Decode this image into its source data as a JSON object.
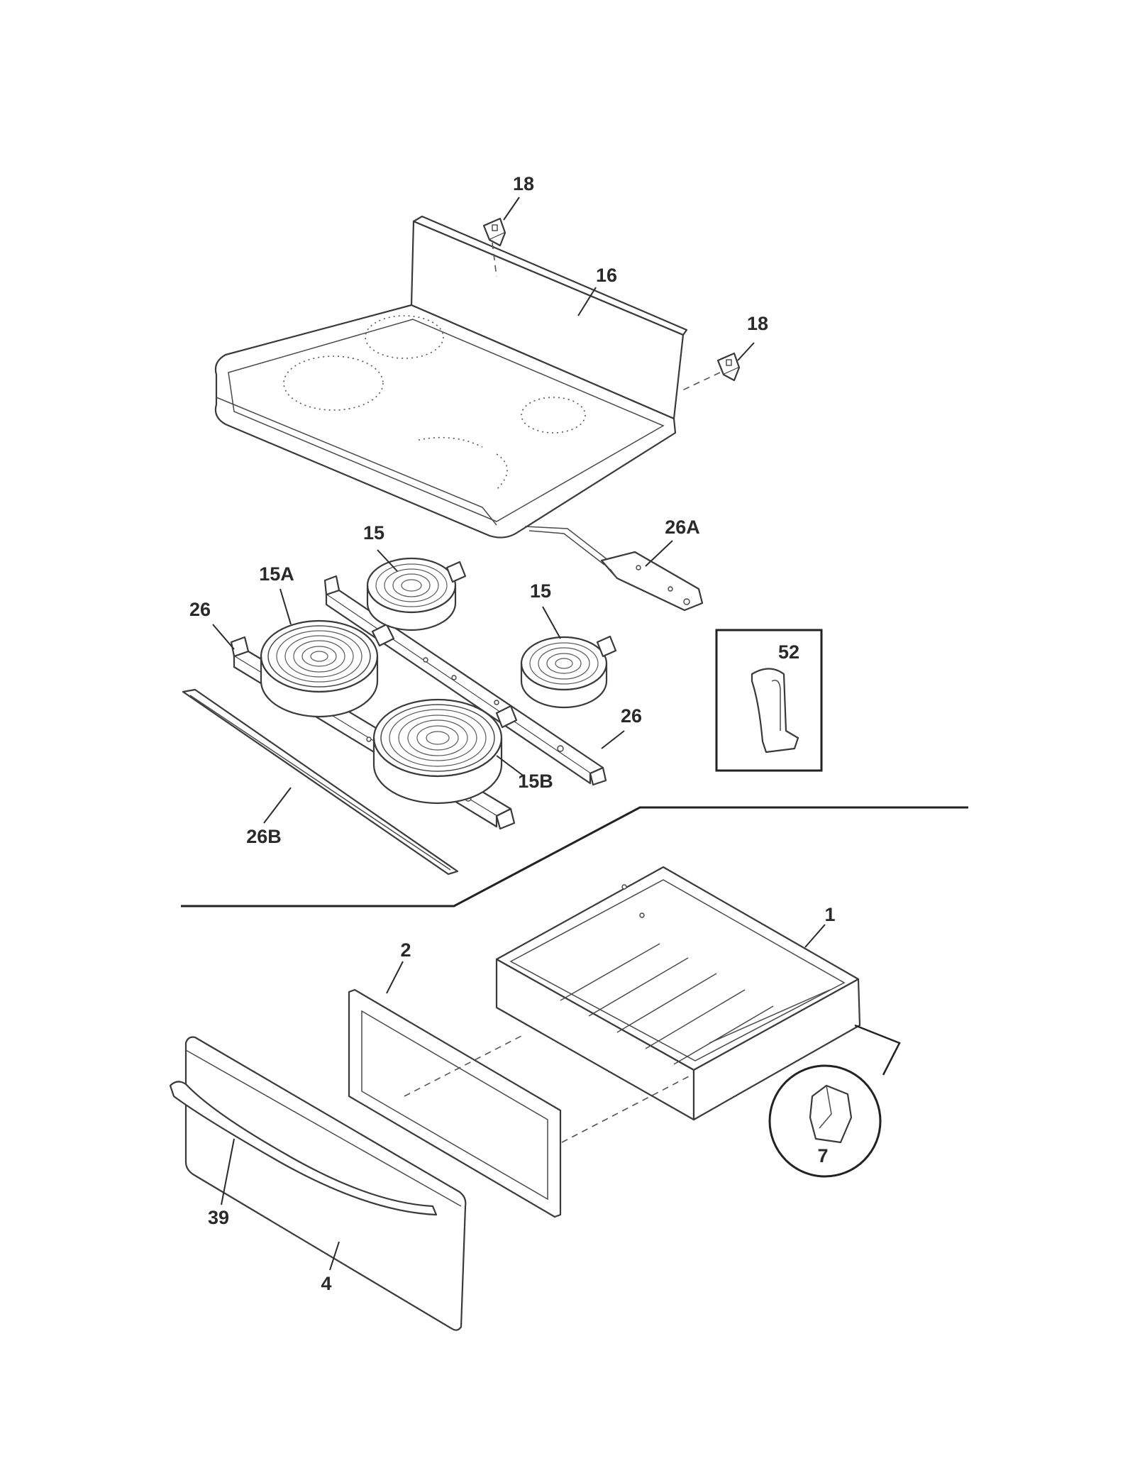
{
  "diagram": {
    "callouts": [
      {
        "id": "c-18-top",
        "label": "18"
      },
      {
        "id": "c-16",
        "label": "16"
      },
      {
        "id": "c-18-right",
        "label": "18"
      },
      {
        "id": "c-26a",
        "label": "26A"
      },
      {
        "id": "c-15-top",
        "label": "15"
      },
      {
        "id": "c-15a",
        "label": "15A"
      },
      {
        "id": "c-15-right",
        "label": "15"
      },
      {
        "id": "c-26-left",
        "label": "26"
      },
      {
        "id": "c-52",
        "label": "52"
      },
      {
        "id": "c-26-right",
        "label": "26"
      },
      {
        "id": "c-15b",
        "label": "15B"
      },
      {
        "id": "c-26b",
        "label": "26B"
      },
      {
        "id": "c-1",
        "label": "1"
      },
      {
        "id": "c-2",
        "label": "2"
      },
      {
        "id": "c-7",
        "label": "7"
      },
      {
        "id": "c-39",
        "label": "39"
      },
      {
        "id": "c-4",
        "label": "4"
      }
    ]
  }
}
